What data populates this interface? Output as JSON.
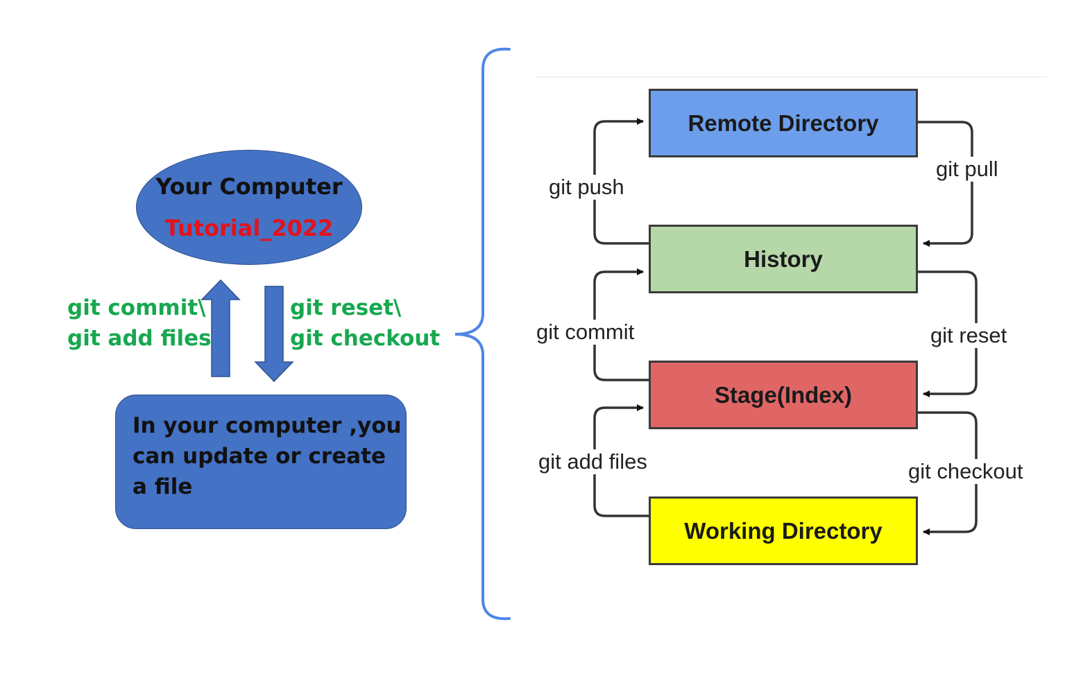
{
  "left": {
    "computer": {
      "title": "Your Computer",
      "subtitle": "Tutorial_2022"
    },
    "description": "In your computer ,you can update or create a file",
    "up_label": [
      "git commit\\",
      "git add files"
    ],
    "down_label": [
      "git reset\\",
      "git checkout"
    ]
  },
  "diagram": {
    "boxes": {
      "remote": "Remote Directory",
      "history": "History",
      "stage": "Stage(Index)",
      "working": "Working Directory"
    },
    "labels": {
      "push": "git push",
      "pull": "git pull",
      "commit": "git commit",
      "reset": "git reset",
      "add": "git add files",
      "checkout": "git checkout"
    }
  },
  "colors": {
    "shape_blue": "#4472c4",
    "green_text": "#17a84f",
    "red_text": "#e3121c",
    "remote": "#6d9eeb",
    "history": "#b6d7a8",
    "stage": "#e06666",
    "working": "#ffff00",
    "brace": "#4f86e8"
  }
}
